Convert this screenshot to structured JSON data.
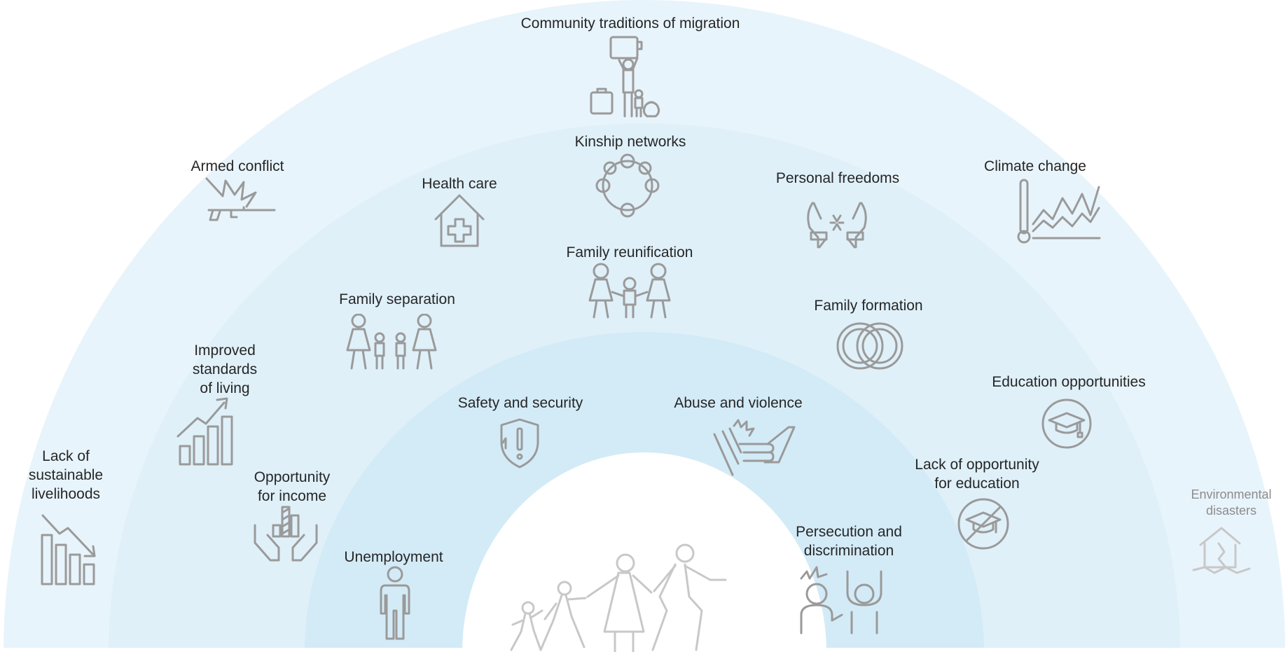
{
  "colors": {
    "outer_ring": "#e8f4fb",
    "middle_ring": "#dff0f9",
    "inner_ring": "#d3ebf7",
    "center": "#ffffff",
    "icon_stroke": "#9a9a9a",
    "label_text": "#262626"
  },
  "labels": {
    "community_traditions": "Community traditions of migration",
    "armed_conflict": "Armed conflict",
    "climate_change": "Climate change",
    "kinship_networks": "Kinship networks",
    "health_care": "Health care",
    "personal_freedoms": "Personal freedoms",
    "family_reunification": "Family reunification",
    "family_separation": "Family separation",
    "family_formation": "Family formation",
    "improved_standards": "Improved\nstandards\nof living",
    "education_opportunities": "Education opportunities",
    "lack_livelihoods": "Lack of\nsustainable\nlivelihoods",
    "opportunity_income": "Opportunity\nfor income",
    "safety_security": "Safety and security",
    "abuse_violence": "Abuse and violence",
    "lack_education": "Lack of opportunity\nfor education",
    "environmental_disasters": "Environmental\ndisasters",
    "unemployment": "Unemployment",
    "persecution": "Persecution and\ndiscrimination"
  },
  "icons": [
    "migrant-family-luggage-icon",
    "explosion-rifle-icon",
    "thermometer-chart-icon",
    "network-circle-icon",
    "house-cross-icon",
    "broken-handcuffs-icon",
    "family-holding-hands-icon",
    "separated-family-icon",
    "wedding-rings-icon",
    "rising-bar-chart-icon",
    "graduation-cap-icon",
    "falling-bar-chart-icon",
    "hands-holding-chart-icon",
    "shield-exclamation-icon",
    "hand-violence-icon",
    "no-education-icon",
    "collapsed-house-icon",
    "standing-person-icon",
    "persecuted-people-icon",
    "walking-family-icon"
  ]
}
